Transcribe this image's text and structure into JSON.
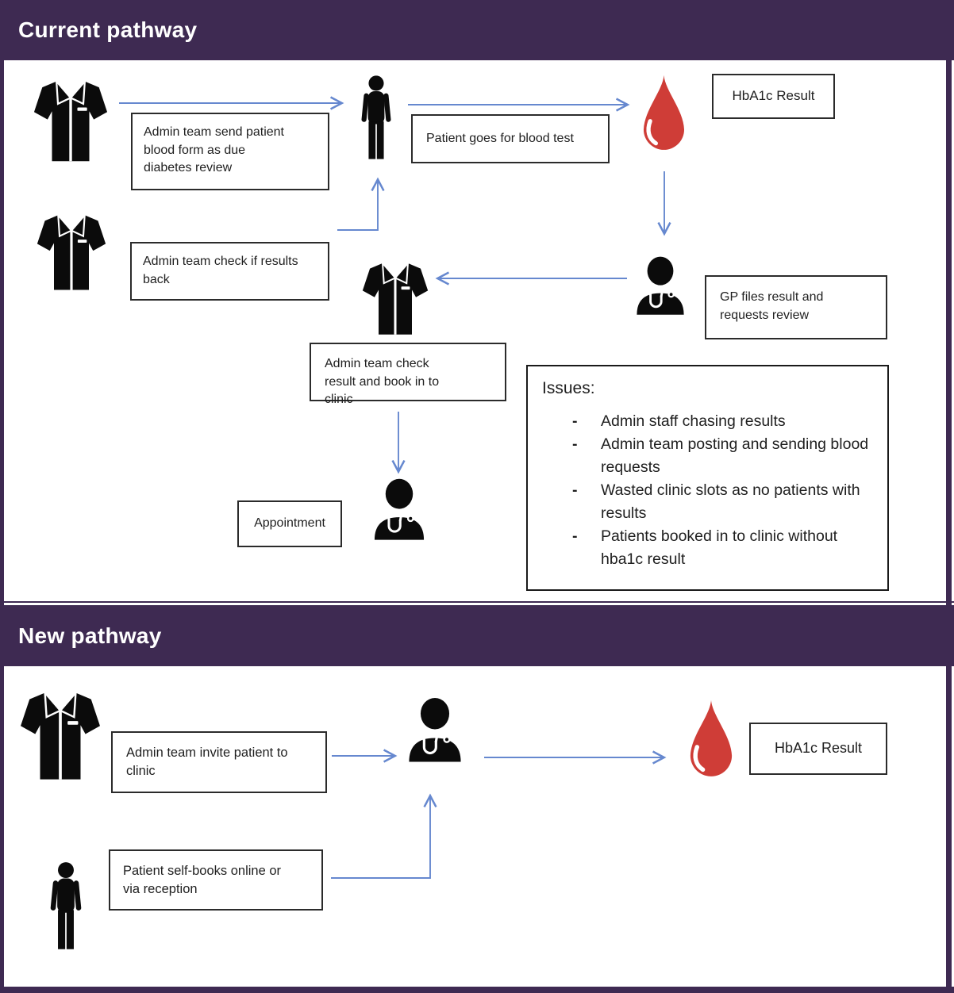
{
  "colors": {
    "brand_purple": "#3e2a52",
    "arrow_blue": "#6688cf",
    "blood_red": "#cf3d37",
    "box_border": "#2b2b2b",
    "text_dark": "#1f1f1f"
  },
  "icons": {
    "admin_team": "shirt-icon",
    "patient": "person-icon",
    "gp": "doctor-icon",
    "blood_test": "blood-drop-icon"
  },
  "sections": {
    "current": {
      "title": "Current pathway",
      "boxes": {
        "admin_send": "Admin team send patient blood form as due diabetes review",
        "patient_blood_test": "Patient goes for blood test",
        "hba1c_result": "HbA1c Result",
        "gp_files": "GP files result and requests review",
        "admin_check_back": "Admin team check if results back",
        "admin_check_book": "Admin team check result and book in to clinic",
        "appointment": "Appointment"
      },
      "issues": {
        "title": "Issues:",
        "items": [
          "Admin staff chasing results",
          "Admin team posting and sending blood requests",
          "Wasted clinic slots as no patients with results",
          "Patients booked in to clinic without hba1c result"
        ]
      }
    },
    "new": {
      "title": "New pathway",
      "boxes": {
        "admin_invite": "Admin team invite patient to clinic",
        "hba1c_result": "HbA1c Result",
        "self_books": "Patient self-books online or via reception"
      }
    }
  }
}
